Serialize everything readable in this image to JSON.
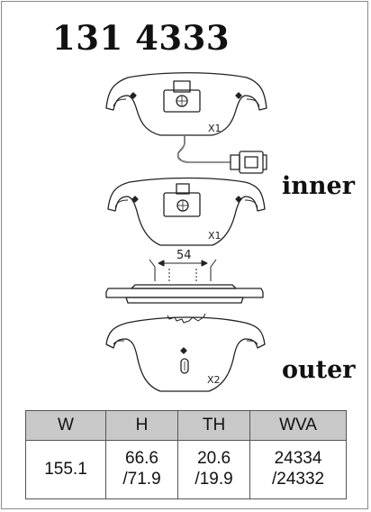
{
  "part_number": "131 4333",
  "labels": {
    "inner": "inner",
    "outer": "outer"
  },
  "quantities": {
    "top_pad": "X1",
    "inner_pad": "X1",
    "outer_pad": "X2"
  },
  "dimension": "54",
  "table": {
    "headers": [
      "W",
      "H",
      "TH",
      "WVA"
    ],
    "row": [
      [
        "155.1"
      ],
      [
        "66.6",
        "/71.9"
      ],
      [
        "20.6",
        "/19.9"
      ],
      [
        "24334",
        "/24332"
      ]
    ]
  }
}
